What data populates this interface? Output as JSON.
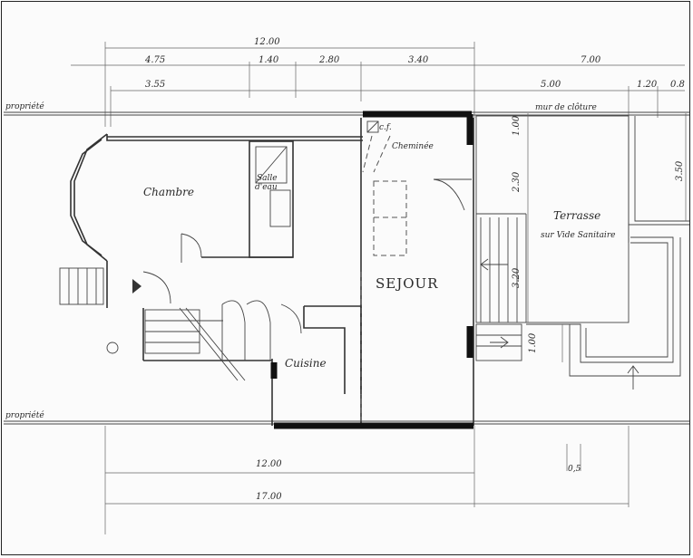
{
  "dimensions": {
    "top_total": "12.00",
    "top_row1": [
      "4.75",
      "1.40",
      "2.80",
      "3.40",
      "7.00"
    ],
    "top_row2": [
      "3.55",
      "5.00",
      "1.20",
      "0.8"
    ],
    "right_vertical": [
      "1.00",
      "2.30",
      "3.20",
      "1.00",
      "3.50"
    ],
    "bottom_1": "12.00",
    "bottom_2": "17.00",
    "bottom_small": "0,5"
  },
  "labels": {
    "property_top": "propriété",
    "property_bottom": "propriété",
    "wall": "mur de clôture",
    "chambre": "Chambre",
    "salle_line1": "Salle",
    "salle_line2": "d'eau",
    "cf": "c.f.",
    "cheminee": "Cheminée",
    "sejour": "SEJOUR",
    "cuisine": "Cuisine",
    "terrasse_line1": "Terrasse",
    "terrasse_line2": "sur Vide Sanitaire"
  }
}
